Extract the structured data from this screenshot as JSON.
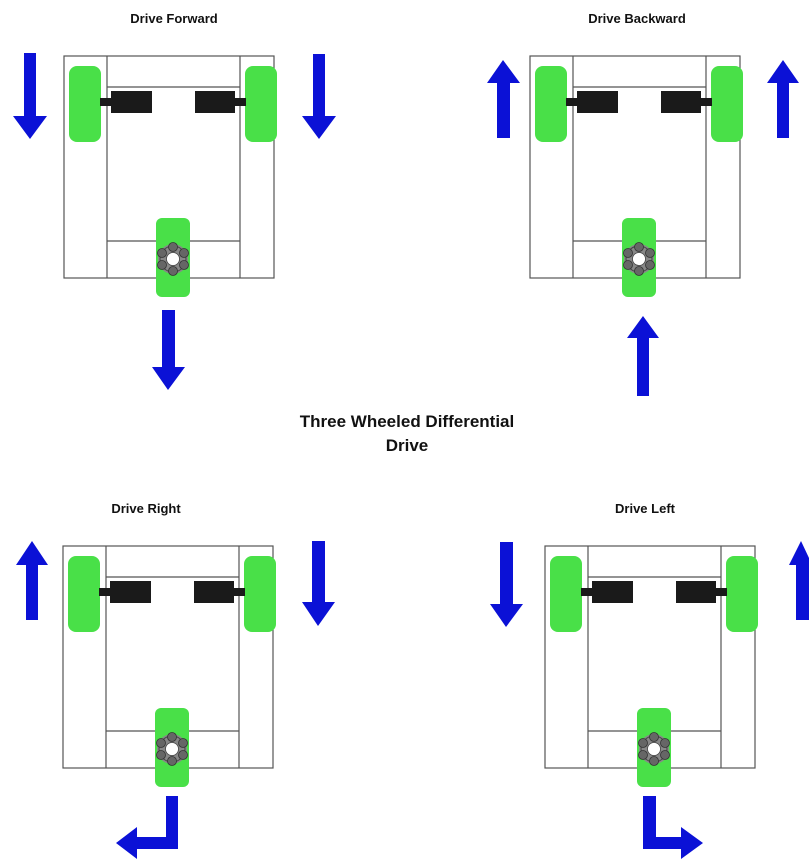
{
  "title_line1": "Three Wheeled Differential",
  "title_line2": "Drive",
  "panels": [
    {
      "label": "Drive Forward",
      "left_wheel_arrow": "down",
      "right_wheel_arrow": "down",
      "caster_arrow": "down"
    },
    {
      "label": "Drive Backward",
      "left_wheel_arrow": "up",
      "right_wheel_arrow": "up",
      "caster_arrow": "up"
    },
    {
      "label": "Drive Right",
      "left_wheel_arrow": "up",
      "right_wheel_arrow": "down",
      "caster_arrow": "down-then-left"
    },
    {
      "label": "Drive Left",
      "left_wheel_arrow": "down",
      "right_wheel_arrow": "up",
      "caster_arrow": "down-then-right"
    }
  ],
  "colors": {
    "wheel": "#49e048",
    "arrow": "#0b11d6",
    "motor": "#1a1a1a",
    "frame": "#555555",
    "caster_roller": "#666666"
  }
}
